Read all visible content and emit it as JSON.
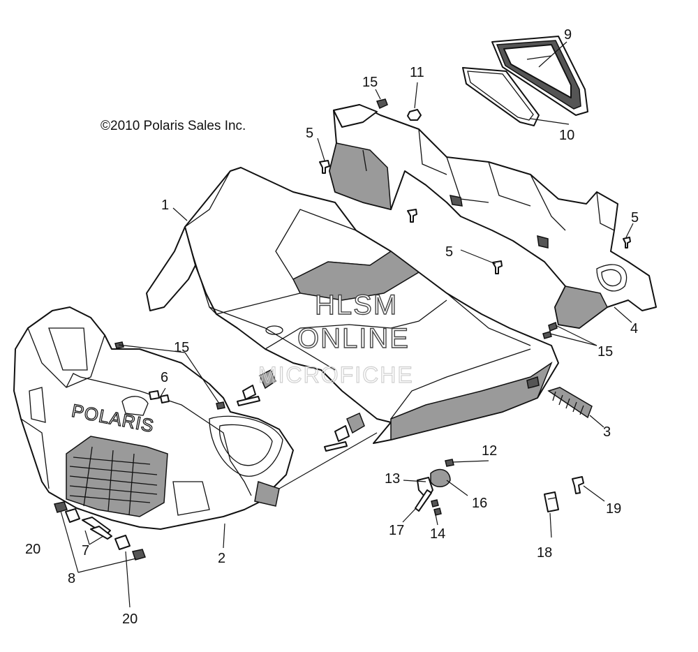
{
  "copyright": "©2010 Polaris Sales Inc.",
  "watermark": {
    "line1": "HLSM",
    "line2": "ONLINE",
    "line3": "MICROFICHE"
  },
  "brand_text": "POLARIS",
  "callouts": {
    "c1": "1",
    "c2": "2",
    "c3": "3",
    "c4": "4",
    "c5a": "5",
    "c5b": "5",
    "c5c": "5",
    "c6": "6",
    "c7": "7",
    "c8": "8",
    "c9": "9",
    "c10": "10",
    "c11": "11",
    "c12": "12",
    "c13": "13",
    "c14": "14",
    "c15a": "15",
    "c15b": "15",
    "c15c": "15",
    "c16": "16",
    "c17": "17",
    "c18": "18",
    "c19": "19",
    "c20a": "20",
    "c20b": "20"
  }
}
